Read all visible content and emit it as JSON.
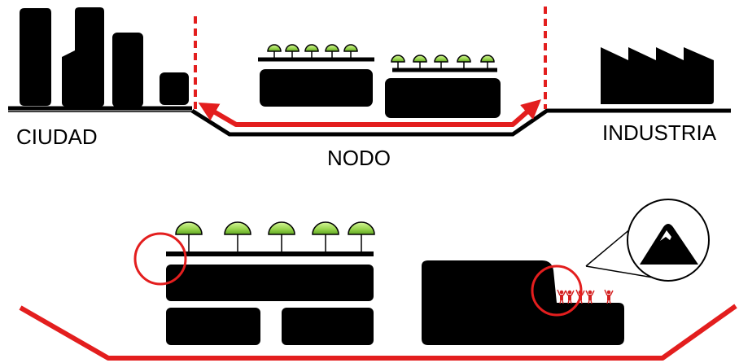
{
  "labels": {
    "city": "CIUDAD",
    "node": "NODO",
    "industry": "INDUSTRIA"
  },
  "colors": {
    "ink": "#000000",
    "accent": "#e31e1e",
    "tree_light": "#c8f08a",
    "tree_dark": "#6fb82a",
    "tree_mid": "#9ad64f",
    "figure": "#d42020"
  },
  "icons": {
    "mountain": "mountain-icon",
    "people": "people-icon",
    "tree": "tree-icon",
    "factory": "factory-icon"
  }
}
